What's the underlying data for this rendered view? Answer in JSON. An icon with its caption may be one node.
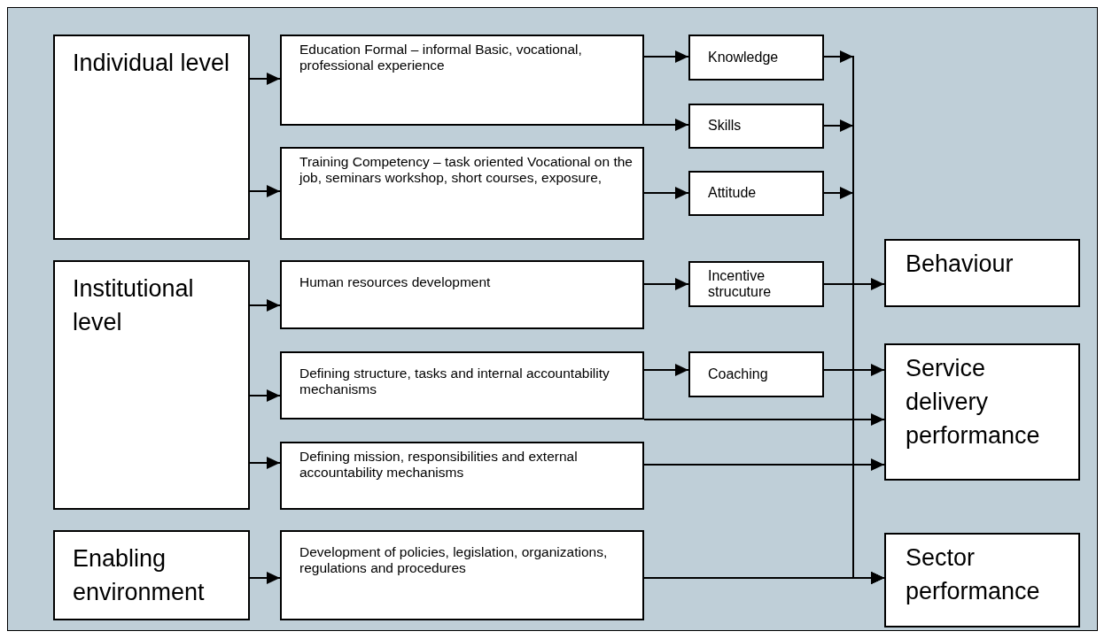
{
  "diagram": {
    "nodes": [
      {
        "text": [
          "Individual level"
        ]
      },
      {
        "text": [
          "Education Formal – informal Basic, vocational, professional experience"
        ]
      },
      {
        "text": [
          "Knowledge"
        ]
      },
      {
        "text": [
          "Skills"
        ]
      },
      {
        "text": [
          "Training Competency – task oriented Vocational on the job, seminars workshop, short courses, exposure,"
        ]
      },
      {
        "text": [
          "Attitude"
        ]
      },
      {
        "text": [
          "Institutional level"
        ]
      },
      {
        "text": [
          "Human resources development"
        ]
      },
      {
        "text": [
          "Incentive strucuture"
        ]
      },
      {
        "text": [
          "Behaviour"
        ]
      },
      {
        "text": [
          "Defining structure, tasks and internal accountability mechanisms"
        ]
      },
      {
        "text": [
          "Coaching"
        ]
      },
      {
        "text": [
          "Service delivery performance"
        ]
      },
      {
        "text": [
          "Defining mission, responsibilities and external accountability mechanisms"
        ]
      },
      {
        "text": [
          "Enabling environment"
        ]
      },
      {
        "text": [
          "Development of policies, legislation, organizations, regulations and procedures"
        ]
      },
      {
        "text": [
          "Sector performance"
        ]
      }
    ],
    "edges": [
      {
        "from": 0,
        "to": 1,
        "arrow": "to"
      },
      {
        "from": 0,
        "to": 4,
        "arrow": "to"
      },
      {
        "from": 1,
        "to": 2,
        "arrow": "to"
      },
      {
        "from": 1,
        "to": 3,
        "arrow": "to"
      },
      {
        "from": 4,
        "to": 5,
        "arrow": "to"
      },
      {
        "from": 2,
        "to": 16,
        "arrow": "to"
      },
      {
        "from": 3,
        "to": 16,
        "arrow": "to"
      },
      {
        "from": 5,
        "to": 16,
        "arrow": "to"
      },
      {
        "from": 6,
        "to": 7,
        "arrow": "to"
      },
      {
        "from": 6,
        "to": 10,
        "arrow": "to"
      },
      {
        "from": 6,
        "to": 13,
        "arrow": "to"
      },
      {
        "from": 7,
        "to": 8,
        "arrow": "to"
      },
      {
        "from": 8,
        "to": 9,
        "arrow": "to"
      },
      {
        "from": 10,
        "to": 11,
        "arrow": "to"
      },
      {
        "from": 11,
        "to": 12,
        "arrow": "to"
      },
      {
        "from": 10,
        "to": 12,
        "arrow": "to"
      },
      {
        "from": 13,
        "to": 12,
        "arrow": "to"
      },
      {
        "from": 14,
        "to": 15,
        "arrow": "to"
      },
      {
        "from": 15,
        "to": 16,
        "arrow": "to"
      }
    ]
  }
}
